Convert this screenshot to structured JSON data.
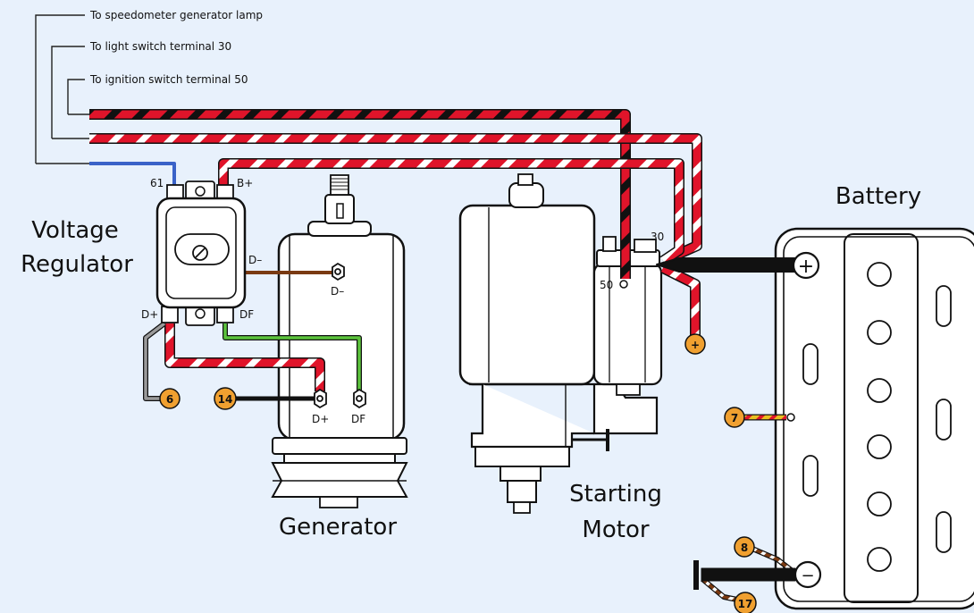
{
  "labels": {
    "regulator_line1": "Voltage",
    "regulator_line2": "Regulator",
    "generator": "Generator",
    "starter_line1": "Starting",
    "starter_line2": "Motor",
    "battery": "Battery"
  },
  "leader_notes": {
    "speedometer": "To speedometer generator lamp",
    "light_switch": "To light switch terminal 30",
    "ignition": "To ignition switch terminal 50"
  },
  "terminals": {
    "reg_61": "61",
    "reg_bplus": "B+",
    "reg_dplus": "D+",
    "reg_df": "DF",
    "reg_dminus": "D–",
    "gen_dminus": "D–",
    "gen_dplus": "D+",
    "gen_df": "DF",
    "starter_50": "50",
    "starter_30": "30",
    "bat_plus": "+",
    "bat_minus": "−"
  },
  "badges": {
    "b6": "6",
    "b14": "14",
    "bplus": "+",
    "b7": "7",
    "b8": "8",
    "b17": "17"
  },
  "colors": {
    "background": "#e8f1fc",
    "red": "#e0142a",
    "black": "#111111",
    "blue": "#3a62c8",
    "brown": "#7a3a12",
    "green": "#5cc43c",
    "gray": "#8a8a8a",
    "badge": "#f0a030"
  }
}
